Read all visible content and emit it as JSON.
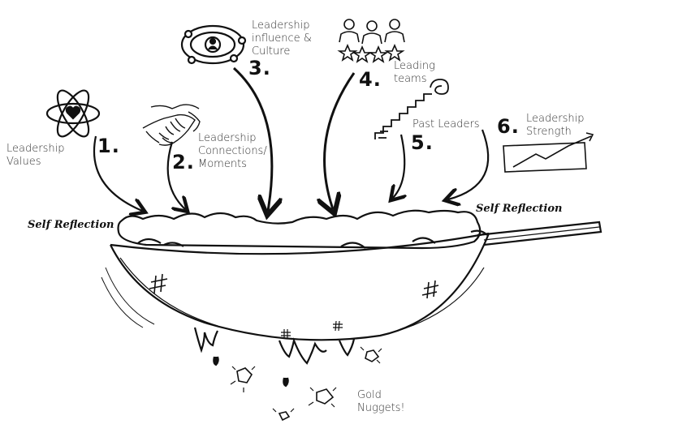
{
  "ingredients": [
    {
      "number": "1.",
      "label": "Leadership\nValues",
      "icon": "atom-heart-icon"
    },
    {
      "number": "2.",
      "label": "Leadership\nConnections/\nMoments",
      "icon": "handshake-icon"
    },
    {
      "number": "3.",
      "label": "Leadership\ninfluence &\nCulture",
      "icon": "orbit-person-icon"
    },
    {
      "number": "4.",
      "label": "Leading\nteams",
      "icon": "team-stars-icon"
    },
    {
      "number": "5.",
      "label": "Past Leaders",
      "icon": "stairs-spiral-icon"
    },
    {
      "number": "6.",
      "label": "Leadership\nStrength",
      "icon": "growth-chart-icon"
    }
  ],
  "sieve": {
    "left_label": "Self Reflection",
    "right_label": "Self Reflection",
    "icon": "sieve-pan-icon"
  },
  "output": {
    "label": "Gold\nNuggets!",
    "icon": "gold-nugget-icon"
  }
}
